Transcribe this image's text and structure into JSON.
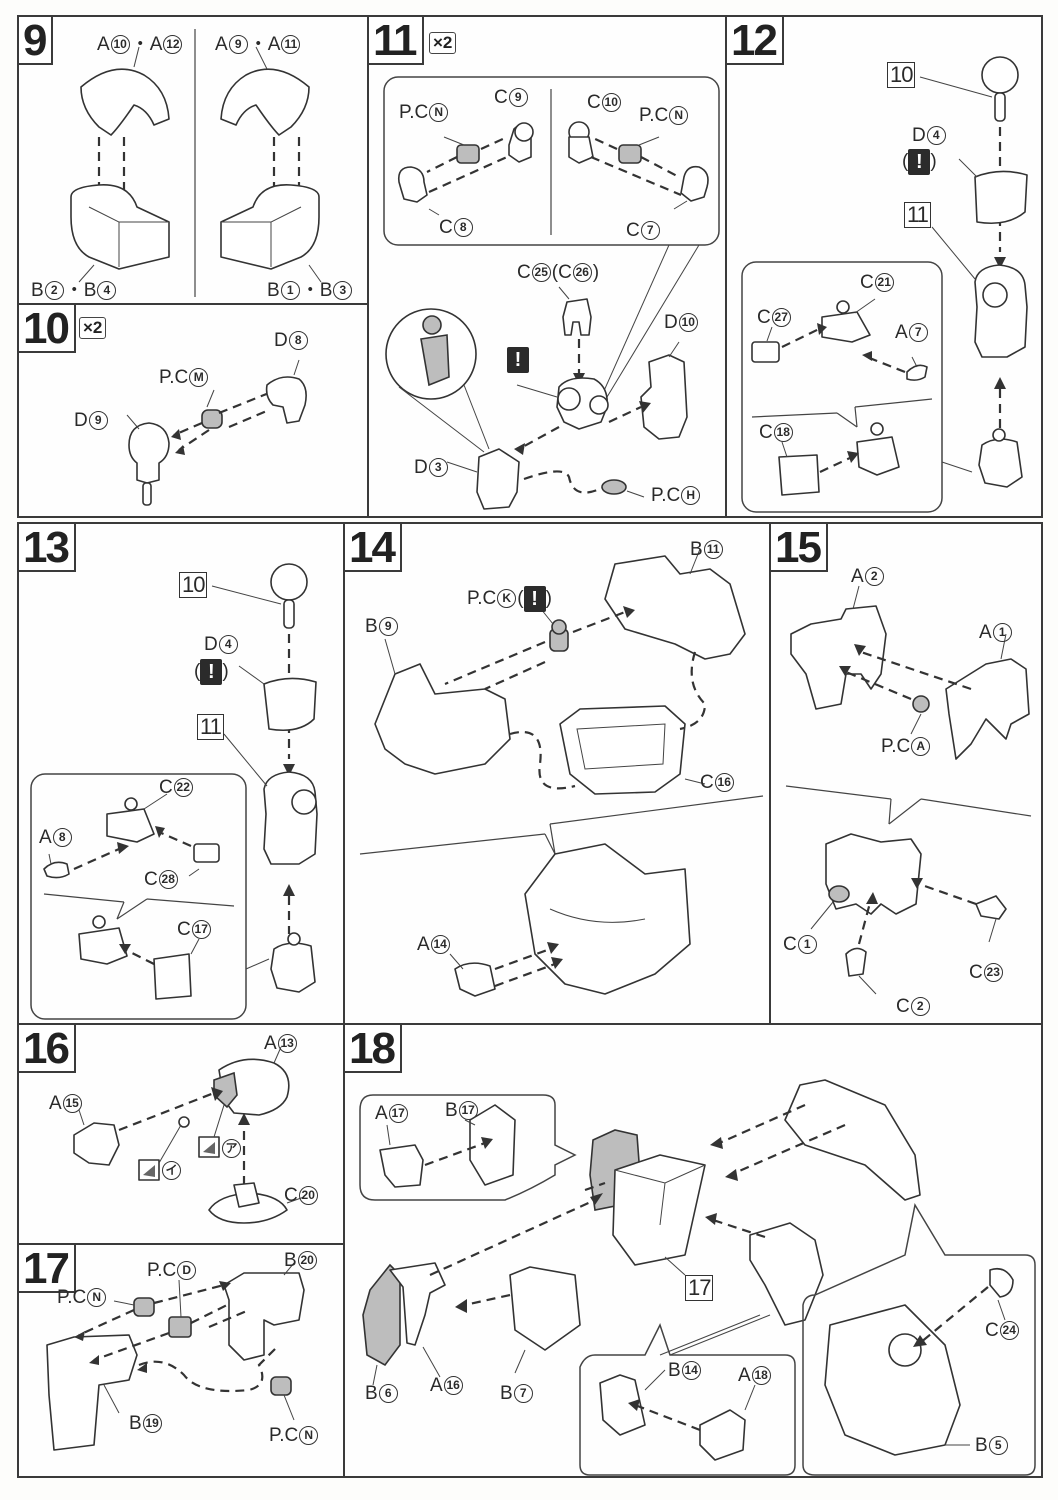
{
  "steps": [
    {
      "number": "9",
      "labels": {
        "top_left": "A",
        "top_left_n1": "10",
        "top_left_n2": "12",
        "top_right_n1": "9",
        "top_right_n2": "11",
        "bottom_left_n1": "2",
        "bottom_left_n2": "4",
        "bottom_right_n1": "1",
        "bottom_right_n2": "3"
      }
    },
    {
      "number": "10",
      "multiplier": "×2",
      "labels": {
        "d8": "8",
        "d9": "9",
        "pc": "M"
      }
    },
    {
      "number": "11",
      "multiplier": "×2",
      "labels": {
        "c9": "9",
        "c10": "10",
        "c8": "8",
        "c7": "7",
        "pcn": "N",
        "c25": "25",
        "c26": "26",
        "d10": "10",
        "d3": "3",
        "pch": "H"
      }
    },
    {
      "number": "12",
      "labels": {
        "ref10": "10",
        "ref11": "11",
        "d4": "4",
        "c21": "21",
        "c27": "27",
        "a7": "7",
        "c18": "18"
      }
    },
    {
      "number": "13",
      "labels": {
        "ref10": "10",
        "ref11": "11",
        "d4": "4",
        "c22": "22",
        "a8": "8",
        "c28": "28",
        "c17": "17"
      }
    },
    {
      "number": "14",
      "labels": {
        "b11": "11",
        "b9": "9",
        "pck": "K",
        "c16": "16",
        "a14": "14"
      }
    },
    {
      "number": "15",
      "labels": {
        "a2": "2",
        "a1": "1",
        "pca": "A",
        "c1": "1",
        "c23": "23",
        "c2": "2"
      }
    },
    {
      "number": "16",
      "labels": {
        "a13": "13",
        "a15": "15",
        "c20": "20",
        "sticker_i": "イ",
        "sticker_a": "ア"
      }
    },
    {
      "number": "17",
      "labels": {
        "b20": "20",
        "pcd": "D",
        "pcn": "N",
        "b19": "19"
      }
    },
    {
      "number": "18",
      "labels": {
        "a17": "17",
        "b17": "17",
        "ref17": "17",
        "b6": "6",
        "a16": "16",
        "b7": "7",
        "b14": "14",
        "a18": "18",
        "c24": "24",
        "b5": "5"
      }
    }
  ],
  "text": {
    "A": "A",
    "B": "B",
    "C": "C",
    "D": "D",
    "PC": "P.C",
    "dot": "・",
    "warn": "!",
    "lp": "(",
    "rp": ")"
  },
  "colors": {
    "line": "#333333",
    "shade": "#bdbdbd",
    "paper": "#fefefe"
  }
}
